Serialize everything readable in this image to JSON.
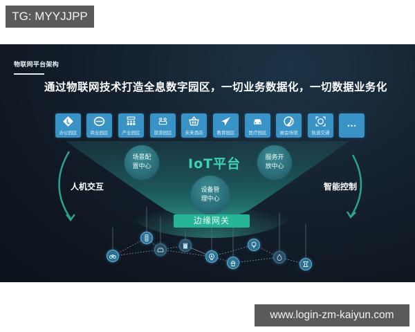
{
  "badges": {
    "top_left": "TG: MYYJJPP",
    "bottom_right": "www.login-zm-kaiyun.com"
  },
  "slide": {
    "section_label": "物联网平台架构",
    "headline": "通过物联网技术打造全息数字园区，一切业务数据化，一切数据业务化",
    "apps": [
      {
        "label": "办公园区",
        "icon": "office-icon"
      },
      {
        "label": "商业园区",
        "icon": "commerce-icon"
      },
      {
        "label": "产业园区",
        "icon": "industry-icon"
      },
      {
        "label": "旅游园区",
        "icon": "tourism-icon"
      },
      {
        "label": "未来酒店",
        "icon": "hotel-basket-icon"
      },
      {
        "label": "教育园区",
        "icon": "paper-plane-icon"
      },
      {
        "label": "医疗园区",
        "icon": "car-icon"
      },
      {
        "label": "展会场馆",
        "icon": "exhibition-icon"
      },
      {
        "label": "轨道交通",
        "icon": "transit-face-icon"
      },
      {
        "label": "...",
        "icon": "more-icon"
      }
    ],
    "platform": {
      "title": "IoT平台",
      "left_bubble": "场景配\n置中心",
      "right_bubble": "服务开\n放中心",
      "center_bubble": "设备管\n理中心"
    },
    "left_flow_label": "人机交互",
    "right_flow_label": "智能控制",
    "gateway_label": "边缘网关",
    "devices": [
      {
        "icon": "bicycle-icon"
      },
      {
        "icon": "traffic-light-icon"
      },
      {
        "icon": "vehicle-icon"
      },
      {
        "icon": "trash-bin-icon"
      },
      {
        "icon": "camera-icon"
      },
      {
        "icon": "hydrant-icon"
      },
      {
        "icon": "light-bulb-icon"
      },
      {
        "icon": "water-drop-icon"
      },
      {
        "icon": "person-sensor-icon"
      }
    ],
    "colors": {
      "accent_teal": "#27b597",
      "app_blue": "#3a93c6",
      "iot_title": "#3fd1b8",
      "background": "#0f1620"
    }
  }
}
